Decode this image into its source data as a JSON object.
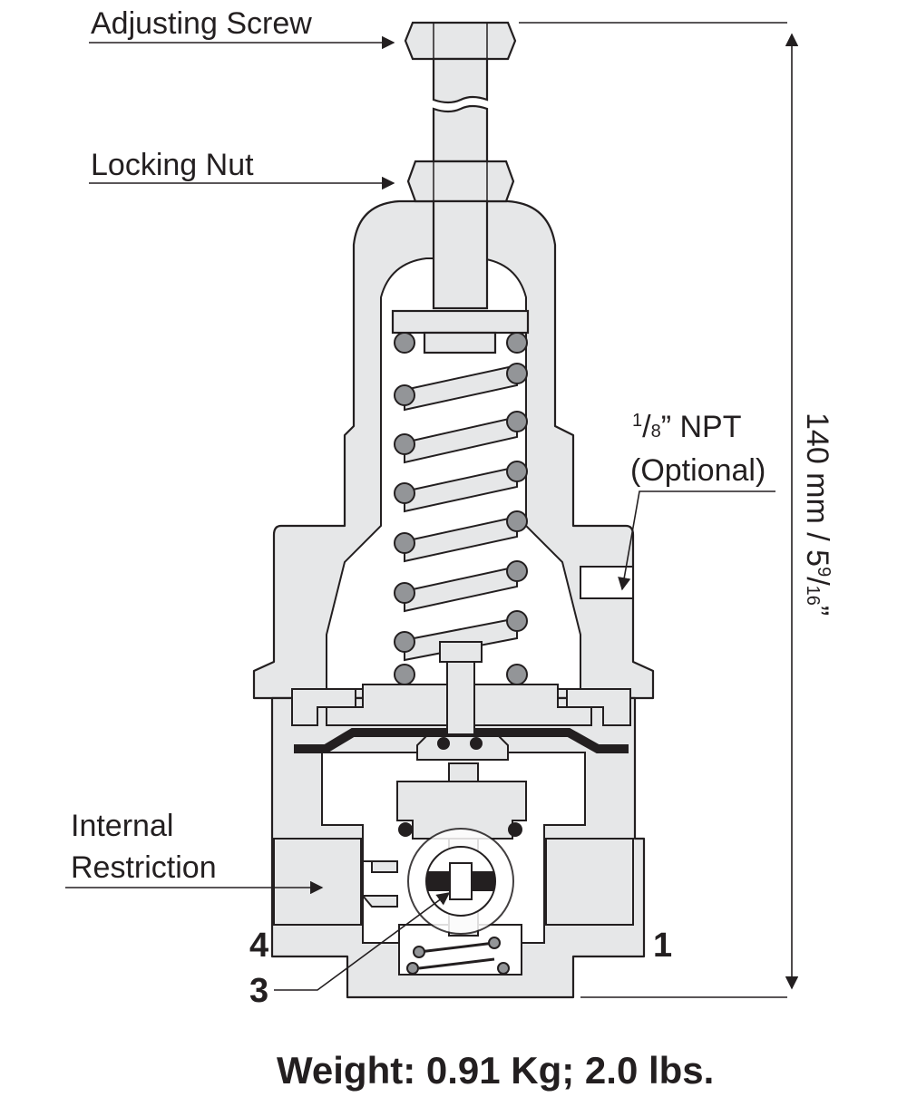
{
  "labels": {
    "adjusting_screw": "Adjusting Screw",
    "locking_nut": "Locking Nut",
    "npt_sup": "1",
    "npt_sub": "8",
    "npt_rest": "” NPT",
    "npt_optional": "(Optional)",
    "internal_line1": "Internal",
    "internal_line2": "Restriction",
    "port_1": "1",
    "port_3": "3",
    "port_4": "4"
  },
  "dimension": {
    "main": "140 mm / 5",
    "frac_num": "9",
    "frac_den": "16",
    "unit": "”"
  },
  "weight": "Weight: 0.91 Kg; 2.0 lbs.",
  "colors": {
    "body_fill": "#e6e7e8",
    "line": "#231f20",
    "spring_coil": "#939598",
    "diaphragm": "#231f20"
  }
}
